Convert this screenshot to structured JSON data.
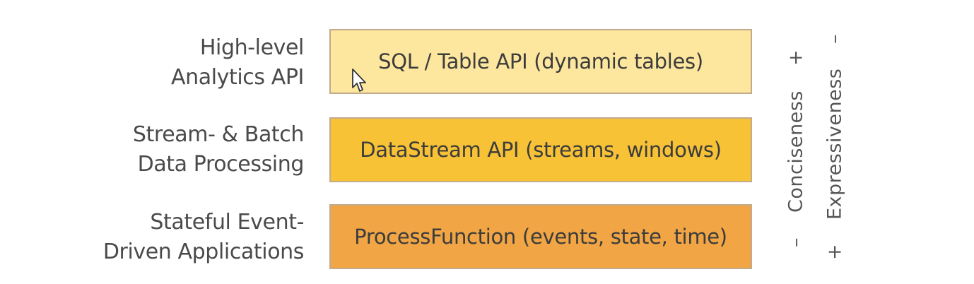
{
  "layers": [
    {
      "label_lines": [
        "High-level",
        "Analytics API"
      ],
      "box_text": "SQL / Table API (dynamic tables)",
      "color": "#fde79f"
    },
    {
      "label_lines": [
        "Stream- & Batch",
        "Data Processing"
      ],
      "box_text": "DataStream API (streams, windows)",
      "color": "#f7c236"
    },
    {
      "label_lines": [
        "Stateful Event-",
        "Driven Applications"
      ],
      "box_text": "ProcessFunction (events, state, time)",
      "color": "#f1a544"
    }
  ],
  "axes": {
    "conciseness": {
      "label": "Conciseness",
      "top_sign": "+",
      "bottom_sign": "–"
    },
    "expressiveness": {
      "label": "Expressiveness",
      "top_sign": "–",
      "bottom_sign": "+"
    }
  },
  "icons": {
    "cursor": "mouse-pointer-icon"
  }
}
